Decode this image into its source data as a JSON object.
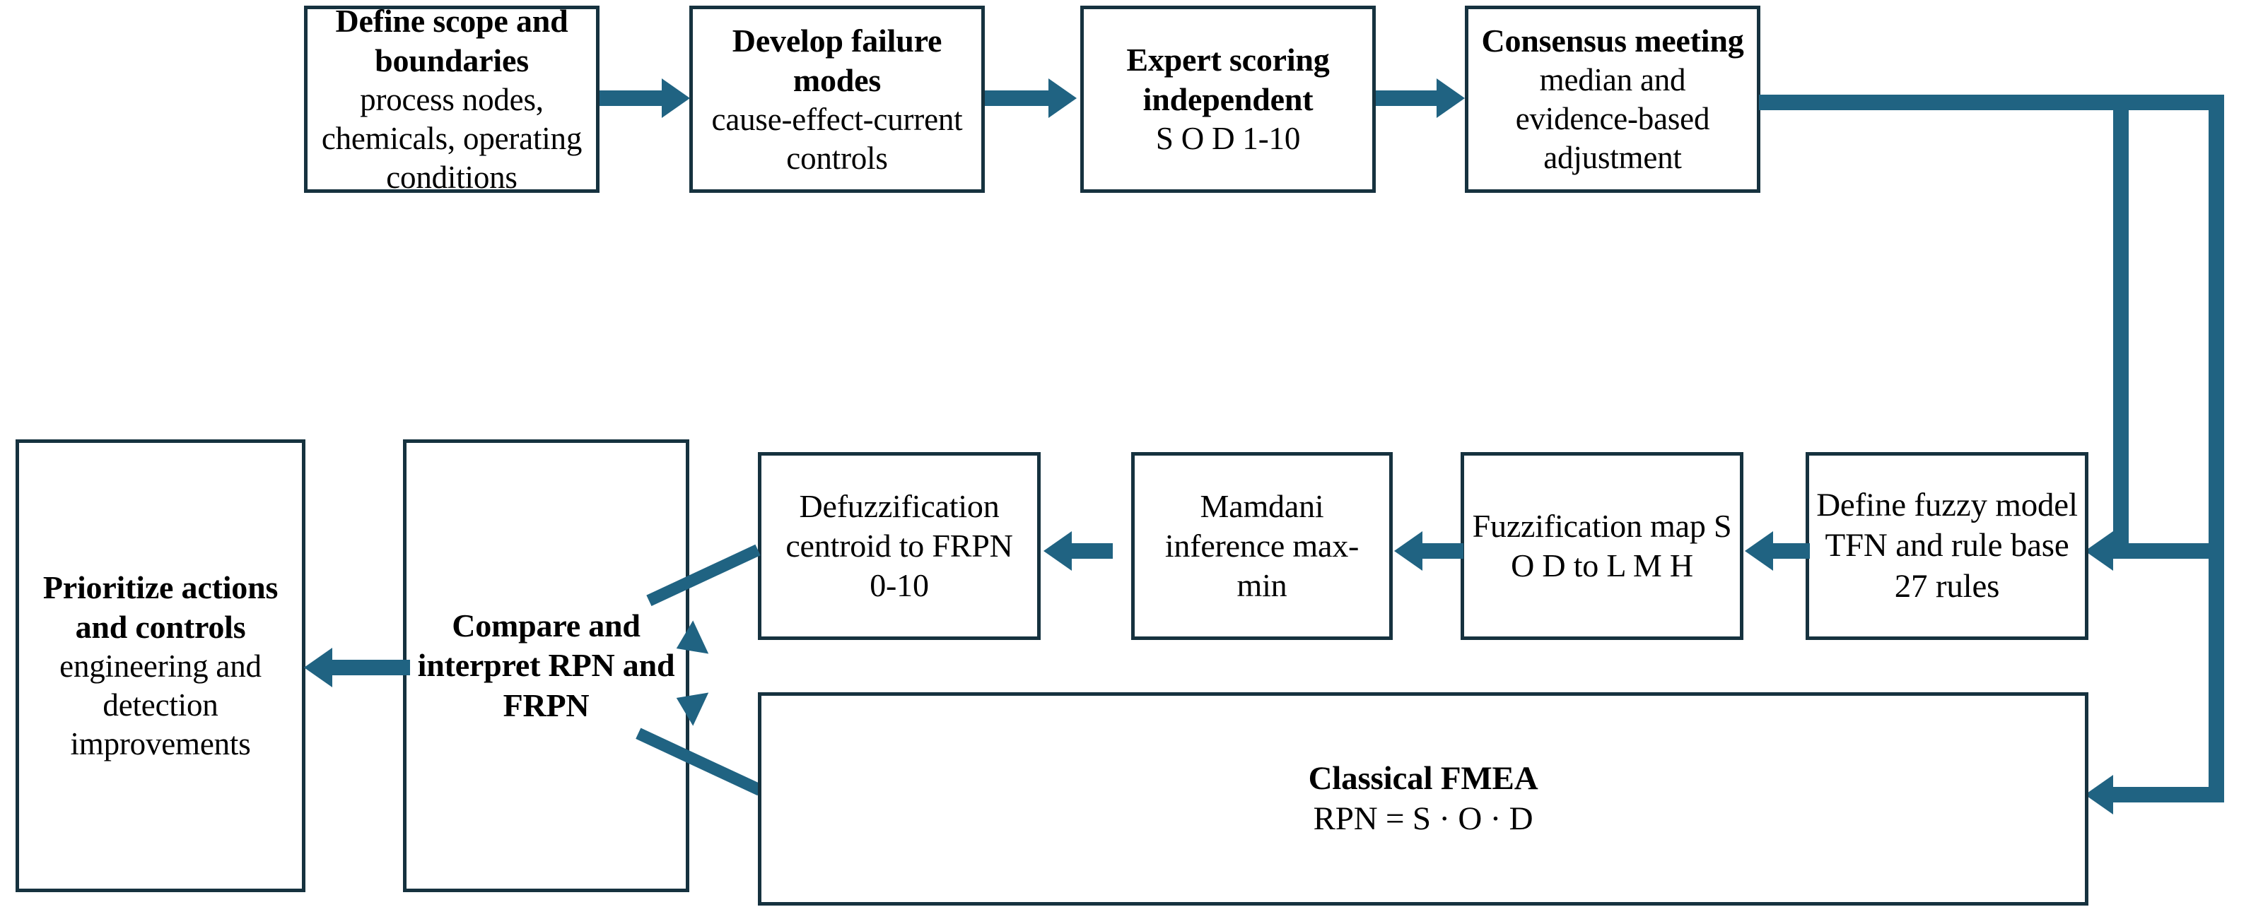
{
  "diagram": {
    "title": "Fuzzy FMEA methodology flowchart",
    "accent_color": "#206382",
    "border_color": "#16323f",
    "background_color": "#ffffff"
  },
  "nodes": {
    "define_scope": {
      "title": "Define scope and boundaries",
      "subtitle": "process nodes, chemicals, operating conditions"
    },
    "develop_failure_modes": {
      "title": "Develop failure modes",
      "subtitle": "cause-effect-current controls"
    },
    "expert_scoring": {
      "title": "Expert scoring independent",
      "subtitle": "S O D 1-10"
    },
    "consensus_meeting": {
      "title": "Consensus meeting",
      "subtitle": "median and evidence-based adjustment"
    },
    "define_fuzzy_model": {
      "title": "",
      "subtitle": "Define fuzzy model TFN and rule base 27 rules"
    },
    "fuzzification": {
      "title": "",
      "subtitle": "Fuzzification map S O D to L M H"
    },
    "mamdani_inference": {
      "title": "",
      "subtitle": "Mamdani inference max-min"
    },
    "defuzzification": {
      "title": "",
      "subtitle": "Defuzzification centroid to FRPN 0-10"
    },
    "classical_fmea": {
      "title": "Classical FMEA",
      "subtitle": "RPN = S · O · D"
    },
    "compare_interpret": {
      "title": "Compare and interpret RPN and FRPN",
      "subtitle": ""
    },
    "prioritize_actions": {
      "title": "Prioritize actions and controls",
      "subtitle": "engineering and detection improvements"
    }
  },
  "connectors": [
    {
      "name": "define-scope-to-develop-failure-modes",
      "direction": "right"
    },
    {
      "name": "develop-failure-modes-to-expert-scoring",
      "direction": "right"
    },
    {
      "name": "expert-scoring-to-consensus-meeting",
      "direction": "right"
    },
    {
      "name": "consensus-meeting-to-define-fuzzy-model",
      "direction": "down-left"
    },
    {
      "name": "consensus-meeting-to-classical-fmea",
      "direction": "down-left"
    },
    {
      "name": "define-fuzzy-model-to-fuzzification",
      "direction": "left"
    },
    {
      "name": "fuzzification-to-mamdani-inference",
      "direction": "left"
    },
    {
      "name": "mamdani-inference-to-defuzzification",
      "direction": "left"
    },
    {
      "name": "defuzzification-to-compare-interpret",
      "direction": "diagonal-left"
    },
    {
      "name": "classical-fmea-to-compare-interpret",
      "direction": "diagonal-left"
    },
    {
      "name": "compare-interpret-to-prioritize-actions",
      "direction": "left"
    }
  ]
}
